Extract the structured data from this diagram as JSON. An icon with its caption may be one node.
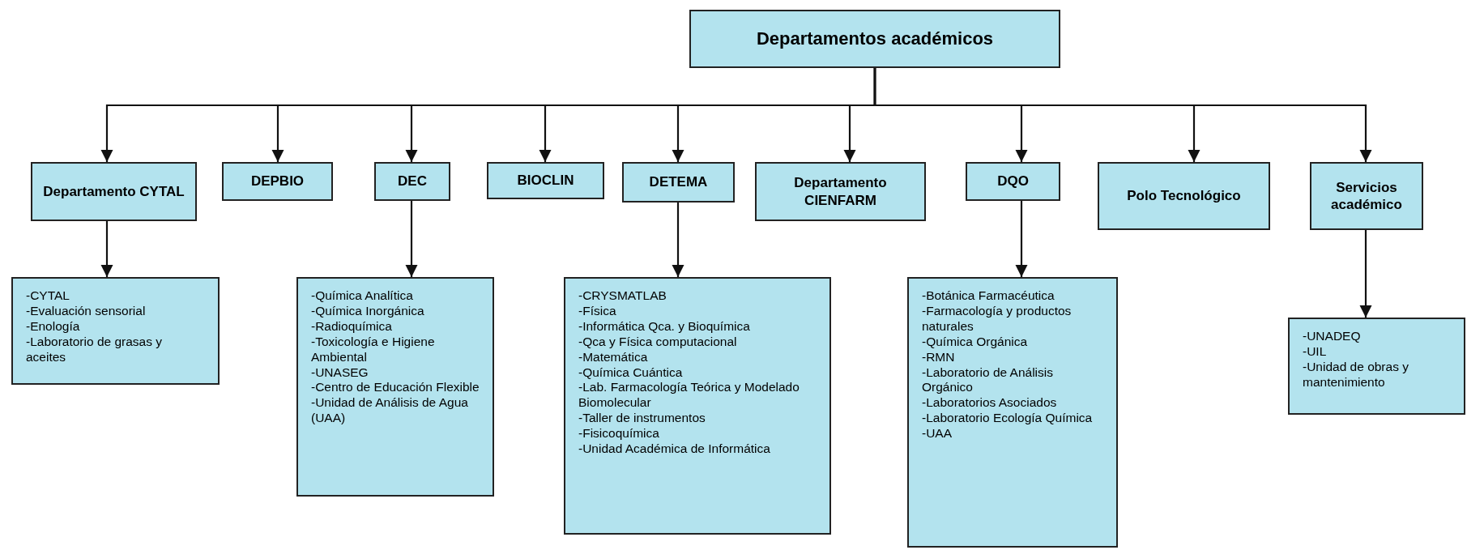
{
  "diagram": {
    "nodes": [
      {
        "text": [
          "Departamentos académicos"
        ]
      },
      {
        "text": [
          "Departamento CYTAL"
        ]
      },
      {
        "text": [
          "DEPBIO"
        ]
      },
      {
        "text": [
          "DEC"
        ]
      },
      {
        "text": [
          "BIOCLIN"
        ]
      },
      {
        "text": [
          "DETEMA"
        ]
      },
      {
        "text": [
          "Departamento CIENFARM"
        ]
      },
      {
        "text": [
          "DQO"
        ]
      },
      {
        "text": [
          "Polo Tecnológico"
        ]
      },
      {
        "text": [
          "Servicios académico"
        ]
      },
      {
        "text": [
          "-CYTAL",
          "-Evaluación sensorial",
          "-Enología",
          "-Laboratorio de grasas y aceites"
        ]
      },
      {
        "text": [
          "-Química Analítica",
          "-Química Inorgánica",
          "-Radioquímica",
          "-Toxicología e Higiene Ambiental",
          "-UNASEG",
          "-Centro de Educación Flexible",
          "-Unidad de Análisis de Agua (UAA)"
        ]
      },
      {
        "text": [
          "-CRYSMATLAB",
          "-Física",
          "-Informática Qca. y Bioquímica",
          "-Qca y Física computacional",
          "-Matemática",
          "-Química Cuántica",
          "-Lab. Farmacología Teórica y Modelado Biomolecular",
          "-Taller de instrumentos",
          "-Fisicoquímica",
          "-Unidad Académica de Informática"
        ]
      },
      {
        "text": [
          "-Botánica Farmacéutica",
          "-Farmacología y productos naturales",
          "-Química Orgánica",
          "-RMN",
          "-Laboratorio de Análisis Orgánico",
          "-Laboratorios Asociados",
          "-Laboratorio Ecología Química",
          "-UAA"
        ]
      },
      {
        "text": [
          "-UNADEQ",
          "-UIL",
          "-Unidad de obras y mantenimiento"
        ]
      }
    ],
    "edges": [
      {
        "from": 0,
        "to": 1,
        "arrow": "to"
      },
      {
        "from": 0,
        "to": 2,
        "arrow": "to"
      },
      {
        "from": 0,
        "to": 3,
        "arrow": "to"
      },
      {
        "from": 0,
        "to": 4,
        "arrow": "to"
      },
      {
        "from": 0,
        "to": 5,
        "arrow": "to"
      },
      {
        "from": 0,
        "to": 6,
        "arrow": "to"
      },
      {
        "from": 0,
        "to": 7,
        "arrow": "to"
      },
      {
        "from": 0,
        "to": 8,
        "arrow": "to"
      },
      {
        "from": 0,
        "to": 9,
        "arrow": "to"
      },
      {
        "from": 1,
        "to": 10,
        "arrow": "to"
      },
      {
        "from": 3,
        "to": 11,
        "arrow": "to"
      },
      {
        "from": 5,
        "to": 12,
        "arrow": "to"
      },
      {
        "from": 7,
        "to": 13,
        "arrow": "to"
      },
      {
        "from": 9,
        "to": 14,
        "arrow": "to"
      }
    ]
  }
}
